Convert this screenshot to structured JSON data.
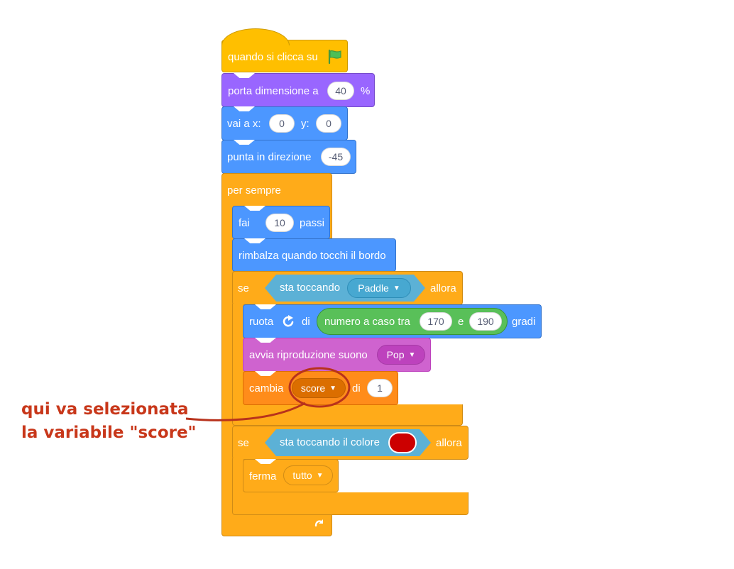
{
  "hat": {
    "label": "quando si clicca su",
    "flag_icon": "green-flag-icon"
  },
  "size": {
    "label": "porta dimensione a",
    "value": "40",
    "unit": "%"
  },
  "goto": {
    "label_x": "vai a x:",
    "x": "0",
    "label_y": "y:",
    "y": "0"
  },
  "direction": {
    "label": "punta in direzione",
    "value": "-45"
  },
  "forever": {
    "label": "per sempre",
    "arrow_icon": "loop-arrow-icon"
  },
  "move": {
    "label": "fai",
    "value": "10",
    "suffix": "passi"
  },
  "bounce": {
    "label": "rimbalza quando tocchi il bordo"
  },
  "if1": {
    "label": "se",
    "condition": "sta toccando",
    "target": "Paddle",
    "then": "allora",
    "turn": {
      "label": "ruota",
      "icon": "rotate-right-icon",
      "di": "di",
      "random_label": "numero a caso tra",
      "from": "170",
      "and": "e",
      "to": "190",
      "suffix": "gradi"
    },
    "sound": {
      "label": "avvia riproduzione suono",
      "value": "Pop"
    },
    "change": {
      "label": "cambia",
      "variable": "score",
      "di": "di",
      "value": "1"
    }
  },
  "if2": {
    "label": "se",
    "condition": "sta toccando il colore",
    "color": "#cc0000",
    "then": "allora",
    "stop": {
      "label": "ferma",
      "value": "tutto"
    }
  },
  "annotation": {
    "line1": "qui va selezionata",
    "line2": "la variabile \"score\"",
    "color": "#c8371a"
  }
}
